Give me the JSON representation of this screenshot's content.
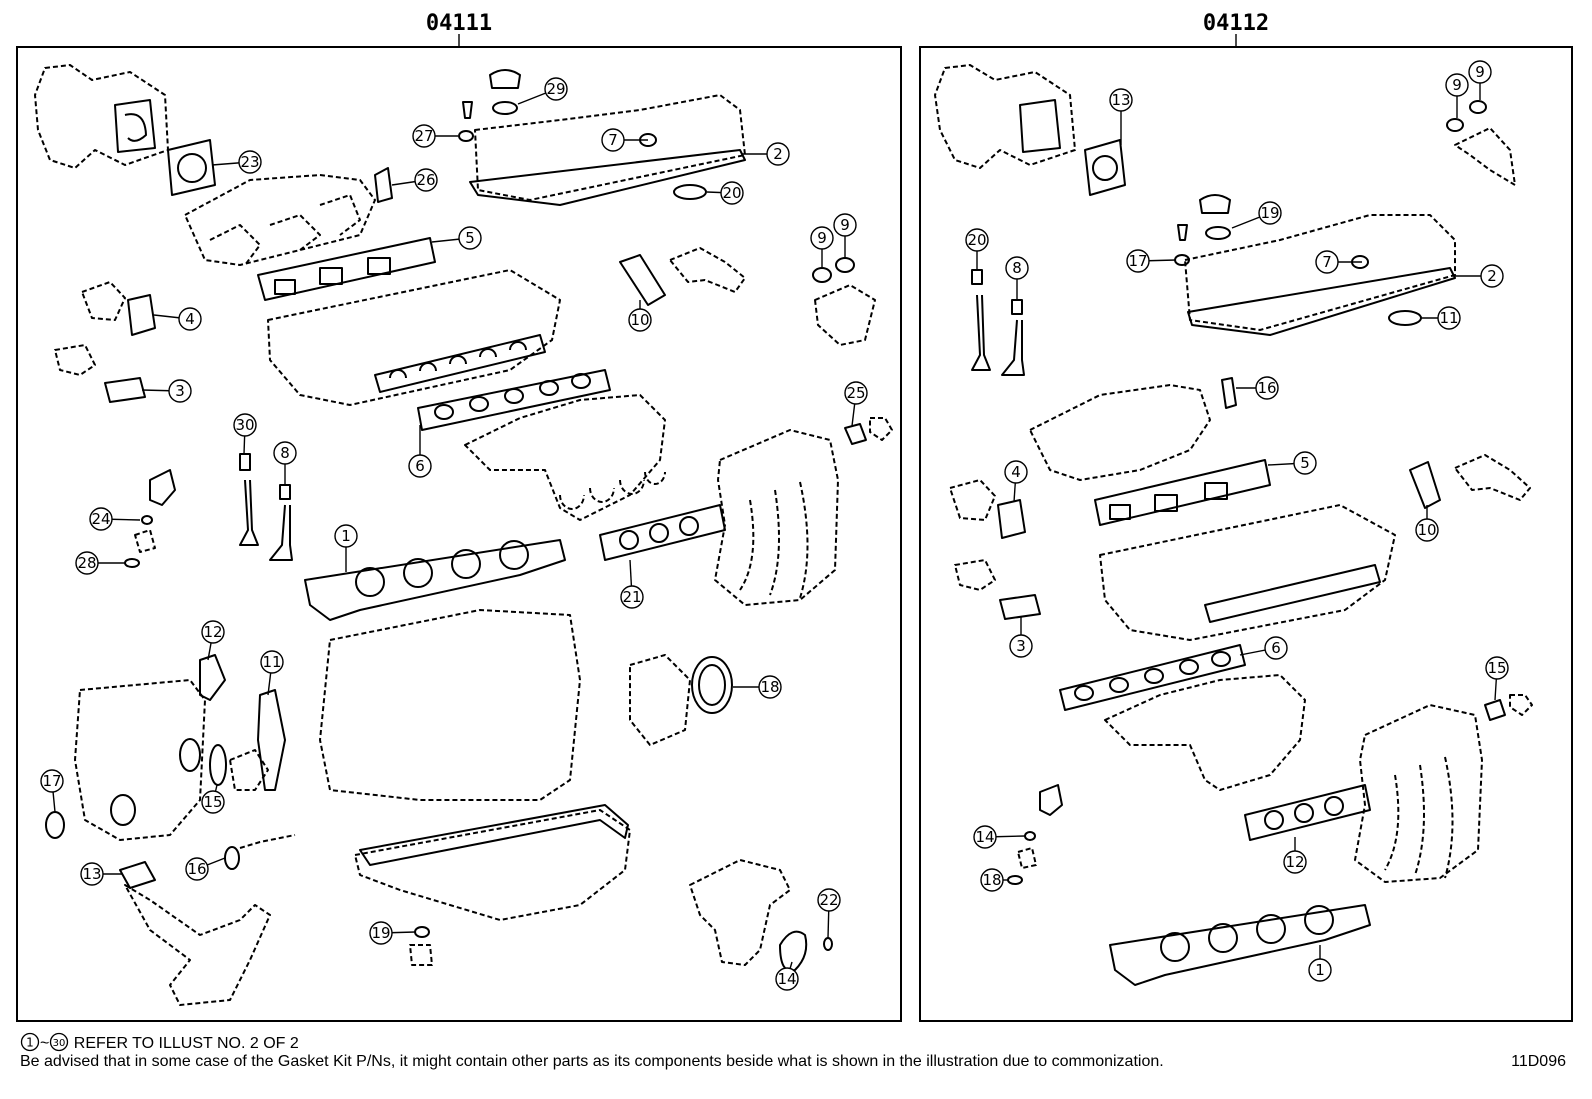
{
  "panels": [
    {
      "id": "left",
      "title": "04111",
      "callouts": [
        {
          "n": "1"
        },
        {
          "n": "2"
        },
        {
          "n": "3"
        },
        {
          "n": "4"
        },
        {
          "n": "5"
        },
        {
          "n": "6"
        },
        {
          "n": "7"
        },
        {
          "n": "8"
        },
        {
          "n": "9"
        },
        {
          "n": "9"
        },
        {
          "n": "10"
        },
        {
          "n": "11"
        },
        {
          "n": "12"
        },
        {
          "n": "13"
        },
        {
          "n": "14"
        },
        {
          "n": "15"
        },
        {
          "n": "16"
        },
        {
          "n": "17"
        },
        {
          "n": "18"
        },
        {
          "n": "19"
        },
        {
          "n": "20"
        },
        {
          "n": "21"
        },
        {
          "n": "22"
        },
        {
          "n": "23"
        },
        {
          "n": "24"
        },
        {
          "n": "25"
        },
        {
          "n": "26"
        },
        {
          "n": "27"
        },
        {
          "n": "28"
        },
        {
          "n": "29"
        },
        {
          "n": "30"
        }
      ]
    },
    {
      "id": "right",
      "title": "04112",
      "callouts": [
        {
          "n": "1"
        },
        {
          "n": "2"
        },
        {
          "n": "3"
        },
        {
          "n": "4"
        },
        {
          "n": "5"
        },
        {
          "n": "6"
        },
        {
          "n": "7"
        },
        {
          "n": "8"
        },
        {
          "n": "9"
        },
        {
          "n": "9"
        },
        {
          "n": "10"
        },
        {
          "n": "11"
        },
        {
          "n": "12"
        },
        {
          "n": "13"
        },
        {
          "n": "14"
        },
        {
          "n": "15"
        },
        {
          "n": "16"
        },
        {
          "n": "17"
        },
        {
          "n": "18"
        },
        {
          "n": "19"
        },
        {
          "n": "20"
        }
      ]
    }
  ],
  "footer": {
    "note_range_start": "1",
    "note_range_end": "30",
    "note": "REFER TO ILLUST NO. 2 OF 2",
    "advice": "Be advised that in some case of the Gasket Kit P/Ns,  it might contain other parts as its components beside what is shown in the illustration due to commonization.",
    "code": "11D096"
  }
}
